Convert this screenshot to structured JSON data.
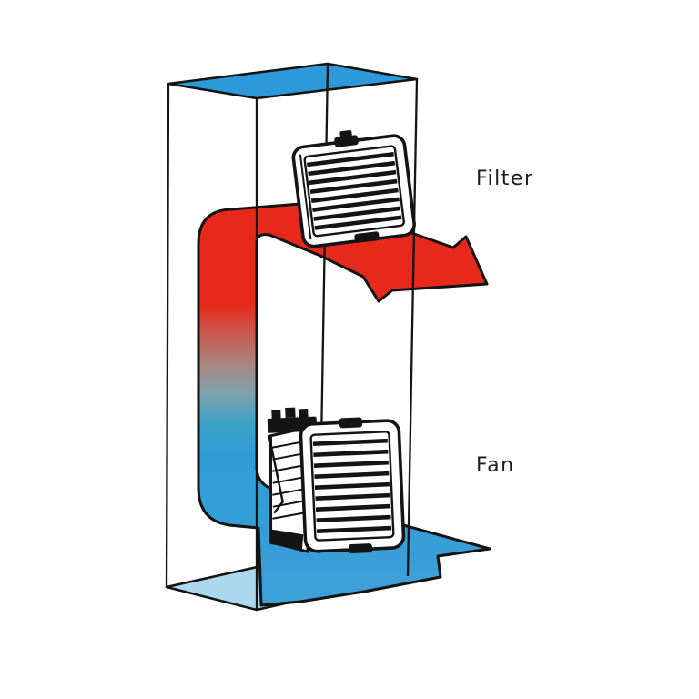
{
  "diagram": {
    "title": "enclosure-cooling-airflow-diagram",
    "labels": {
      "filter": "Filter",
      "fan": "Fan"
    },
    "colors": {
      "hot_air": "#e6291b",
      "cool_air": "#2f9ad6",
      "enclosure_top": "#2c99d8",
      "enclosure_bottom": "#abd7ef",
      "outline": "#141414",
      "text": "#1c1c1c",
      "background": "#ffffff"
    },
    "parts": [
      {
        "name": "enclosure-box"
      },
      {
        "name": "filter-unit"
      },
      {
        "name": "fan-unit"
      },
      {
        "name": "hot-air-out-arrow"
      },
      {
        "name": "cool-air-in-arrow"
      }
    ]
  }
}
